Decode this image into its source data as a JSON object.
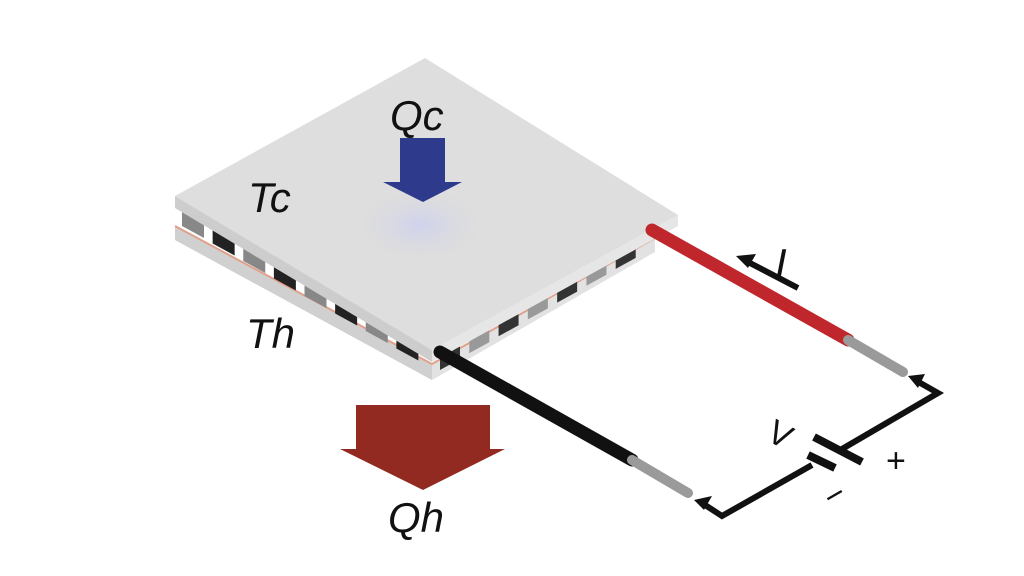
{
  "labels": {
    "cold_heat": "Qc",
    "cold_temp": "Tc",
    "hot_temp": "Th",
    "hot_heat": "Qh",
    "current": "I",
    "voltage": "V",
    "plus": "+",
    "minus": "−"
  },
  "colors": {
    "cold_arrow": "#2e3a8c",
    "hot_arrow": "#922a22",
    "positive_wire": "#c0272d",
    "negative_wire": "#111111",
    "plate": "#dcdcdc"
  }
}
